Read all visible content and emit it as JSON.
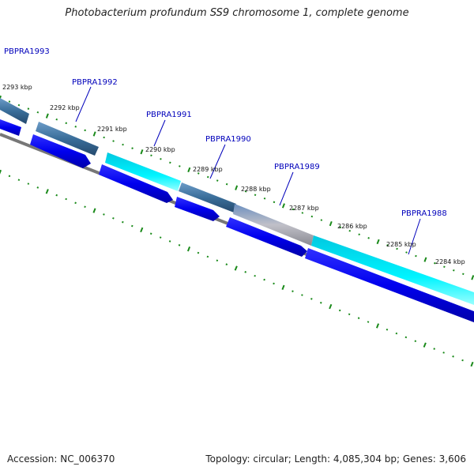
{
  "title": "Photobacterium profundum SS9 chromosome 1, complete genome",
  "footer": {
    "accession": "Accession: NC_006370",
    "summary": "Topology: circular; Length: 4,085,304 bp; Genes: 3,606"
  },
  "genes": [
    {
      "label": "PBPRA1993"
    },
    {
      "label": "PBPRA1992"
    },
    {
      "label": "PBPRA1991"
    },
    {
      "label": "PBPRA1990"
    },
    {
      "label": "PBPRA1989"
    },
    {
      "label": "PBPRA1988"
    }
  ],
  "kbp_labels": [
    "2293 kbp",
    "2292 kbp",
    "2291 kbp",
    "2290 kbp",
    "2289 kbp",
    "2288 kbp",
    "2287 kbp",
    "2286 kbp",
    "2285 kbp",
    "2284 kbp"
  ],
  "colors": {
    "gene_blue": "#0000ee",
    "gene_cyan": "#00e0f0",
    "gene_steel": "#3a6e9a",
    "gene_gray": "#a8a8b0",
    "backbone": "#777777",
    "tick_green": "#1a8a1a",
    "label_blue": "#0000bb"
  }
}
